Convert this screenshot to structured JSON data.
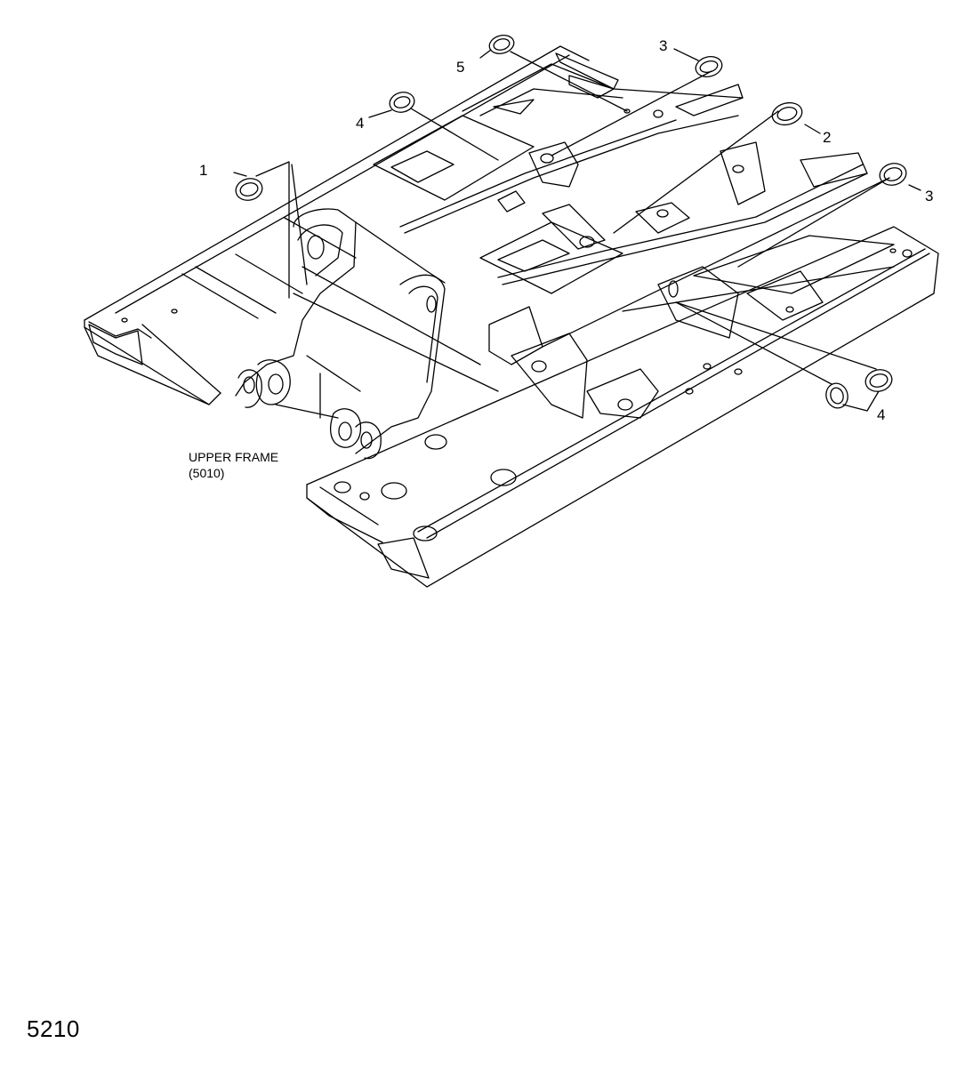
{
  "callouts": [
    {
      "id": "c1",
      "label": "1"
    },
    {
      "id": "c2",
      "label": "2"
    },
    {
      "id": "c3a",
      "label": "3"
    },
    {
      "id": "c3b",
      "label": "3"
    },
    {
      "id": "c4a",
      "label": "4"
    },
    {
      "id": "c4b",
      "label": "4"
    },
    {
      "id": "c5",
      "label": "5"
    }
  ],
  "frame_label": {
    "line1": "UPPER FRAME",
    "line2": "(5010)"
  },
  "sheet_number": "5210",
  "colors": {
    "line": "#000000",
    "background": "#ffffff"
  }
}
